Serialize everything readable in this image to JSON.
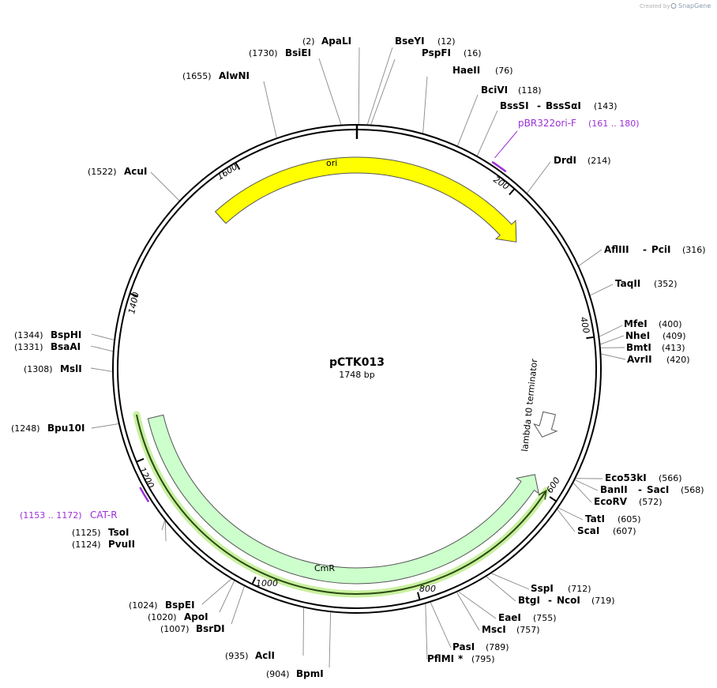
{
  "credit": {
    "prefix": "Created by",
    "brand": "SnapGene"
  },
  "plasmid": {
    "name": "pCTK013",
    "length_label": "1748 bp",
    "length": 1748
  },
  "ruler_ticks": [
    {
      "label": "200",
      "pos": 200
    },
    {
      "label": "400",
      "pos": 400
    },
    {
      "label": "600",
      "pos": 600
    },
    {
      "label": "800",
      "pos": 800
    },
    {
      "label": "1000",
      "pos": 1000
    },
    {
      "label": "1200",
      "pos": 1200
    },
    {
      "label": "1400",
      "pos": 1400
    },
    {
      "label": "1600",
      "pos": 1600
    }
  ],
  "features": [
    {
      "name": "ori",
      "color": "#ffff00",
      "start": 1544,
      "end": 250,
      "direction": "forward"
    },
    {
      "name": "CmR",
      "color": "#ccffcc",
      "start": 586,
      "end": 1246,
      "direction": "reverse"
    },
    {
      "name": "lambda t0 terminator",
      "color": "#ffffff",
      "start": 500,
      "end": 535,
      "direction": "forward"
    }
  ],
  "cds_highlight": {
    "start": 596,
    "end": 1254,
    "color": "#c8f0a0"
  },
  "primers": [
    {
      "name": "pBR322ori-F",
      "range": "(161 .. 180)",
      "start": 161,
      "end": 180
    },
    {
      "name": "CAT-R",
      "range": "(1153 .. 1172)",
      "start": 1153,
      "end": 1172
    }
  ],
  "sites": [
    {
      "name": "ApaLI",
      "pos": "(2)"
    },
    {
      "name": "BseYI",
      "pos": "(12)"
    },
    {
      "name": "PspFI",
      "pos": "(16)"
    },
    {
      "name": "HaeII",
      "pos": "(76)"
    },
    {
      "name": "BciVI",
      "pos": "(118)"
    },
    {
      "name": "BssSI",
      "dash": "-",
      "name2": "BssSαI",
      "pos": "(143)"
    },
    {
      "name": "DrdI",
      "pos": "(214)"
    },
    {
      "name": "AflIII",
      "dash": "-",
      "name2": "PciI",
      "pos": "(316)"
    },
    {
      "name": "TaqII",
      "pos": "(352)"
    },
    {
      "name": "MfeI",
      "pos": "(400)"
    },
    {
      "name": "NheI",
      "pos": "(409)"
    },
    {
      "name": "BmtI",
      "pos": "(413)"
    },
    {
      "name": "AvrII",
      "pos": "(420)"
    },
    {
      "name": "Eco53kI",
      "pos": "(566)"
    },
    {
      "name": "BanII",
      "dash": "-",
      "name2": "SacI",
      "pos": "(568)"
    },
    {
      "name": "EcoRV",
      "pos": "(572)"
    },
    {
      "name": "TatI",
      "pos": "(605)"
    },
    {
      "name": "ScaI",
      "pos": "(607)"
    },
    {
      "name": "SspI",
      "pos": "(712)"
    },
    {
      "name": "BtgI",
      "dash": "-",
      "name2": "NcoI",
      "pos": "(719)"
    },
    {
      "name": "EaeI",
      "pos": "(755)"
    },
    {
      "name": "MscI",
      "pos": "(757)"
    },
    {
      "name": "PasI",
      "pos": "(789)"
    },
    {
      "name": "PflMI",
      "star": "*",
      "pos": "(795)"
    },
    {
      "name": "BpmI",
      "pos": "(904)"
    },
    {
      "name": "AclI",
      "pos": "(935)"
    },
    {
      "name": "BsrDI",
      "pos": "(1007)"
    },
    {
      "name": "ApoI",
      "pos": "(1020)"
    },
    {
      "name": "BspEI",
      "pos": "(1024)"
    },
    {
      "name": "PvuII",
      "pos": "(1124)"
    },
    {
      "name": "TsoI",
      "pos": "(1125)"
    },
    {
      "name": "Bpu10I",
      "pos": "(1248)"
    },
    {
      "name": "MslI",
      "pos": "(1308)"
    },
    {
      "name": "BsaAI",
      "pos": "(1331)"
    },
    {
      "name": "BspHI",
      "pos": "(1344)"
    },
    {
      "name": "AcuI",
      "pos": "(1522)"
    },
    {
      "name": "AlwNI",
      "pos": "(1655)"
    },
    {
      "name": "BsiEI",
      "pos": "(1730)"
    }
  ]
}
